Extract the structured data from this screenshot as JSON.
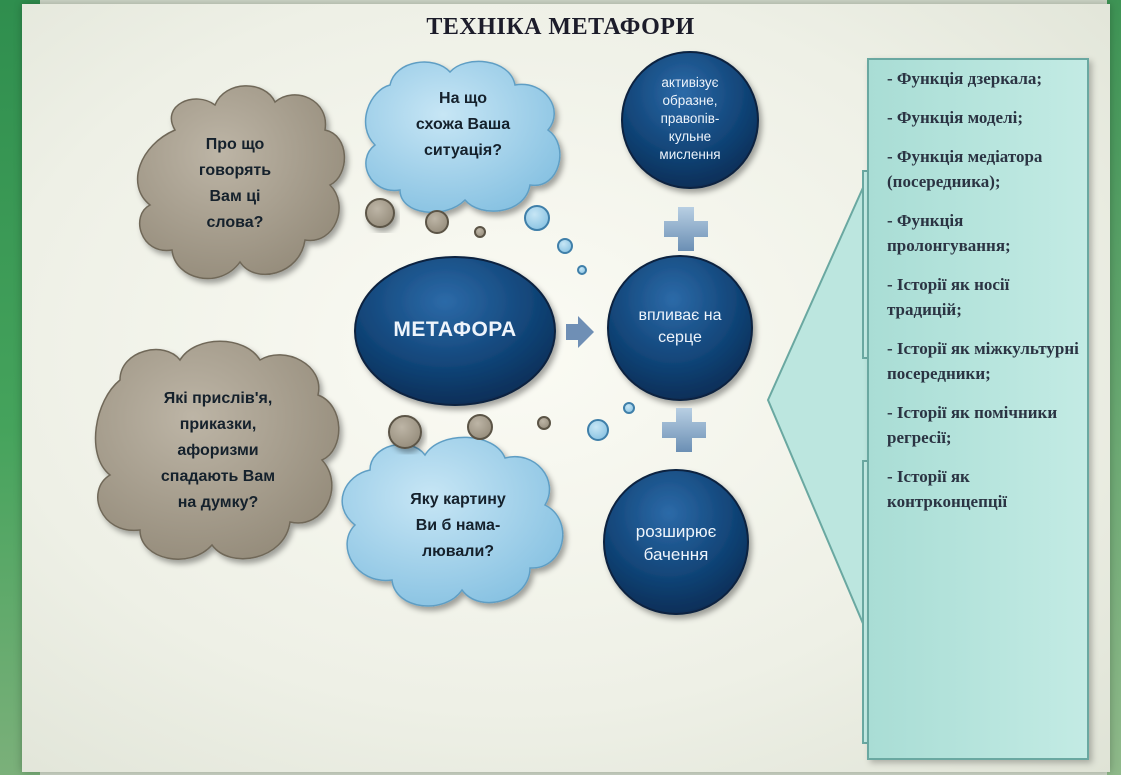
{
  "title": "ТЕХНІКА МЕТАФОРИ",
  "center": {
    "label": "МЕТАФОРА"
  },
  "questions": [
    {
      "lines": [
        "Про що",
        "говорять",
        "Вам ці",
        "слова?"
      ]
    },
    {
      "lines": [
        "На що",
        "схожа Ваша",
        "ситуація?"
      ]
    },
    {
      "lines": [
        "Які прислів'я,",
        "приказки,",
        "афоризми",
        "спадають Вам",
        "на думку?"
      ]
    },
    {
      "lines": [
        "Яку картину",
        "Ви б нама-",
        "лювали?"
      ]
    }
  ],
  "effects": [
    {
      "lines": [
        "активізує",
        "образне,",
        "правопів-",
        "кульне",
        "мислення"
      ]
    },
    {
      "lines": [
        "впливає на",
        "серце"
      ]
    },
    {
      "lines": [
        "розширює",
        "бачення"
      ]
    }
  ],
  "functions": [
    "- Функція дзеркала;",
    "- Функція моделі;",
    "- Функція медіатора (посередника);",
    "- Функція пролонгування;",
    "- Історії як носії традицій;",
    "- Історії як міжкультурні посередники;",
    "- Історії як помічники регресії;",
    "- Історії як контрконцепції"
  ],
  "colors": {
    "gray_bubble": "#a59c8c",
    "blue_bubble": "#9ed0ea",
    "dark_circle": "#0f3f73",
    "panel": "#bce6df"
  }
}
